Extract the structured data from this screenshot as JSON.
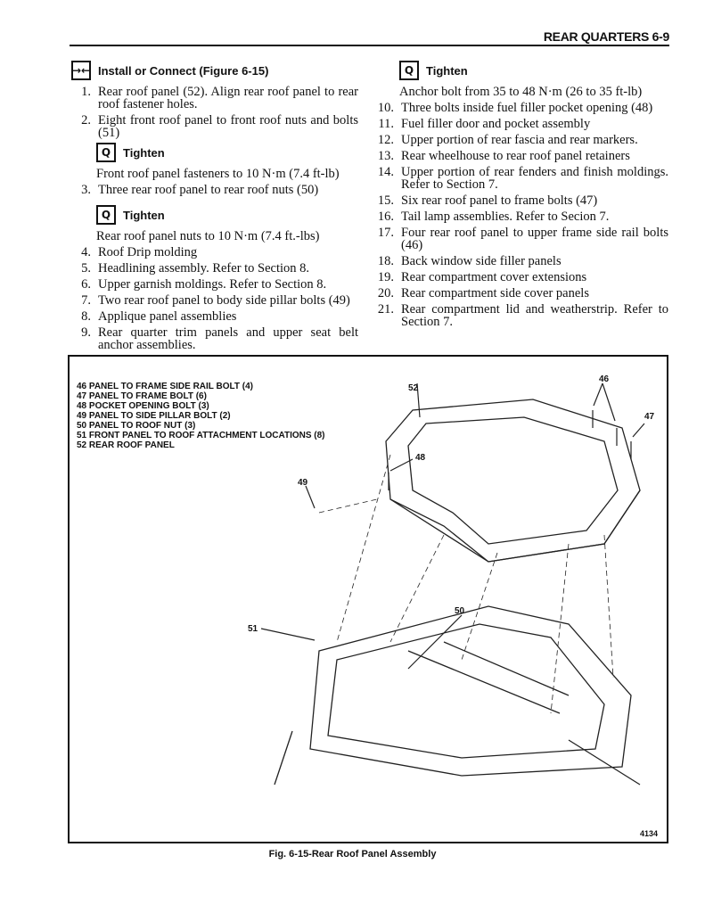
{
  "header": {
    "title": "REAR QUARTERS 6-9"
  },
  "left": {
    "install_heading": "Install or Connect (Figure 6-15)",
    "items_a": [
      {
        "n": "1.",
        "t": "Rear roof panel (52). Align rear roof panel to rear roof fastener holes."
      },
      {
        "n": "2.",
        "t": "Eight front roof panel to front roof nuts and bolts (51)"
      }
    ],
    "tighten1": {
      "label": "Tighten",
      "text": "Front roof panel fasteners to 10 N·m (7.4 ft-lb)"
    },
    "item3": {
      "n": "3.",
      "t": "Three rear roof panel to rear roof nuts (50)"
    },
    "tighten2": {
      "label": "Tighten",
      "text": "Rear roof panel nuts to 10 N·m (7.4 ft.-lbs)"
    },
    "items_b": [
      {
        "n": "4.",
        "t": "Roof Drip molding"
      },
      {
        "n": "5.",
        "t": "Headlining assembly. Refer to Section 8."
      },
      {
        "n": "6.",
        "t": "Upper garnish moldings. Refer to Section 8."
      },
      {
        "n": "7.",
        "t": "Two rear roof panel to body side pillar bolts (49)"
      },
      {
        "n": "8.",
        "t": "Applique panel assemblies"
      },
      {
        "n": "9.",
        "t": "Rear quarter trim panels and upper seat belt anchor assemblies."
      }
    ]
  },
  "right": {
    "tighten": {
      "label": "Tighten",
      "text": "Anchor bolt from 35 to 48 N·m (26 to 35 ft-lb)"
    },
    "items": [
      {
        "n": "10.",
        "t": "Three bolts inside fuel filler pocket opening (48)"
      },
      {
        "n": "11.",
        "t": "Fuel filler door and pocket assembly"
      },
      {
        "n": "12.",
        "t": "Upper portion of rear fascia and rear markers."
      },
      {
        "n": "13.",
        "t": "Rear wheelhouse to rear roof panel retainers"
      },
      {
        "n": "14.",
        "t": "Upper portion of rear fenders and finish moldings. Refer to Section 7."
      },
      {
        "n": "15.",
        "t": "Six rear roof panel to frame bolts (47)"
      },
      {
        "n": "16.",
        "t": "Tail lamp assemblies. Refer to Secion 7."
      },
      {
        "n": "17.",
        "t": "Four rear roof panel to upper frame side rail bolts (46)"
      },
      {
        "n": "18.",
        "t": "Back window side filler panels"
      },
      {
        "n": "19.",
        "t": "Rear compartment cover extensions"
      },
      {
        "n": "20.",
        "t": "Rear compartment side cover panels"
      },
      {
        "n": "21.",
        "t": "Rear compartment lid and weatherstrip. Refer to Section 7."
      }
    ]
  },
  "figure": {
    "legend": [
      "46 PANEL TO FRAME SIDE RAIL BOLT (4)",
      "47 PANEL TO FRAME BOLT (6)",
      "48 POCKET OPENING BOLT (3)",
      "49 PANEL TO SIDE PILLAR BOLT (2)",
      "50 PANEL TO ROOF NUT (3)",
      "51 FRONT PANEL TO ROOF ATTACHMENT LOCATIONS (8)",
      "52 REAR ROOF PANEL"
    ],
    "callouts": {
      "c46": "46",
      "c47": "47",
      "c48": "48",
      "c49": "49",
      "c50": "50",
      "c51": "51",
      "c52": "52"
    },
    "number": "4134",
    "caption": "Fig. 6-15-Rear Roof Panel Assembly"
  },
  "icons": {
    "install": "arrows-inward-icon",
    "tighten": "wrench-tighten-icon"
  }
}
